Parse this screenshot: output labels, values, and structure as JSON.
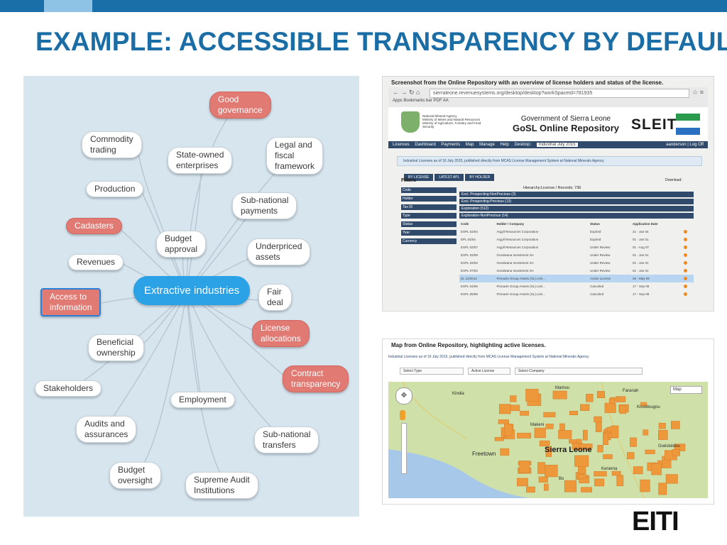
{
  "slide": {
    "title": "EXAMPLE: ACCESSIBLE TRANSPARENCY BY DEFAULT",
    "accent_color": "#1b6ea5",
    "logo_text": "EITI"
  },
  "mindmap": {
    "center": "Extractive industries",
    "nodes": [
      {
        "id": "good-governance",
        "label": "Good\ngovernance",
        "highlight": true
      },
      {
        "id": "commodity-trading",
        "label": "Commodity\ntrading",
        "highlight": false
      },
      {
        "id": "state-owned-enterprises",
        "label": "State-owned\nenterprises",
        "highlight": false
      },
      {
        "id": "legal-fiscal-framework",
        "label": "Legal and\nfiscal\nframework",
        "highlight": false
      },
      {
        "id": "production",
        "label": "Production",
        "highlight": false
      },
      {
        "id": "sub-national-payments",
        "label": "Sub-national\npayments",
        "highlight": false
      },
      {
        "id": "cadasters",
        "label": "Cadasters",
        "highlight": true
      },
      {
        "id": "budget-approval",
        "label": "Budget\napproval",
        "highlight": false
      },
      {
        "id": "underpriced-assets",
        "label": "Underpriced\nassets",
        "highlight": false
      },
      {
        "id": "revenues",
        "label": "Revenues",
        "highlight": false
      },
      {
        "id": "access-to-information",
        "label": "Access to\ninformation",
        "highlight": true
      },
      {
        "id": "fair-deal",
        "label": "Fair\ndeal",
        "highlight": false
      },
      {
        "id": "license-allocations",
        "label": "License\nallocations",
        "highlight": true
      },
      {
        "id": "beneficial-ownership",
        "label": "Beneficial\nownership",
        "highlight": false
      },
      {
        "id": "contract-transparency",
        "label": "Contract\ntransparency",
        "highlight": true
      },
      {
        "id": "stakeholders",
        "label": "Stakeholders",
        "highlight": false
      },
      {
        "id": "employment",
        "label": "Employment",
        "highlight": false
      },
      {
        "id": "audits-assurances",
        "label": "Audits and\nassurances",
        "highlight": false
      },
      {
        "id": "sub-national-transfers",
        "label": "Sub-national\ntransfers",
        "highlight": false
      },
      {
        "id": "budget-oversight",
        "label": "Budget\noversight",
        "highlight": false
      },
      {
        "id": "supreme-audit",
        "label": "Supreme Audit\nInstitutions",
        "highlight": false
      }
    ],
    "colors": {
      "highlight": "#e07a73",
      "center": "#2ba2e6",
      "background": "#d7e5ef"
    }
  },
  "repository": {
    "caption": "Screenshot from the Online Repository with an overview of license holders and status of the license.",
    "url": "sierraleone.revenuesystems.org/desktop/desktop?workSpaceId=781935",
    "bookmarks": "Apps   Bookmarks bar   PDF   AA",
    "agency": "National Mineral Agency\nMinistry of Mines and Natural Resources\nMinistry of Agriculture, Forestry and Food\nSecurity",
    "gov_title": "Government of Sierra Leone",
    "repo_title": "GoSL Online Repository",
    "brand": "SLEITI",
    "nav": [
      "Licences",
      "Dashboard",
      "Payments",
      "Map",
      "Manage",
      "Help",
      "Desktop:",
      "Industrial July 2015"
    ],
    "user": "aanderson  |  Log Off",
    "info": "Industrial Licenses as of 16 July 2015, published directly from MCAS License Management System at National Minerals Agency",
    "tabs": [
      "BY LICENSE",
      "LATEST APL",
      "BY HOLDER"
    ],
    "filters_label": "Filters",
    "download_label": "Download:",
    "filters": [
      "Code",
      "Holder",
      "Tax ID",
      "Type",
      "Status",
      "Year",
      "Currency"
    ],
    "hierarchy": "Hierarchy:License  /  Records: 736",
    "groups": [
      "Excl. Prospecting-NonPrecious (3)",
      "Excl. Prospecting-Precious (13)",
      "Exploration (512)",
      "Exploration-NonPrecious (14)"
    ],
    "columns": [
      "Code",
      "Holder / Company",
      "Status",
      "Application Date"
    ],
    "rows": [
      [
        "EXPL 02/04",
        "Argyll Resources Corporation",
        "Expired",
        "21 - Jan 04"
      ],
      [
        "EPL 04/04",
        "Argyll Resources Corporation",
        "Expired",
        "01 - Jan 01"
      ],
      [
        "EXPL 02/07",
        "Argyll Resources Corporation",
        "Under Review",
        "01 - Aug 07"
      ],
      [
        "EXPL 02/09",
        "Gondwana Investment SA",
        "Under Review",
        "01 - Jan 01"
      ],
      [
        "EXPL 02/02",
        "Gondwana Investment SA",
        "Under Review",
        "01 - Jan 01"
      ],
      [
        "EXPL 07/02",
        "Gondwana Investment SA",
        "Under Review",
        "01 - Jan 01"
      ],
      [
        "EL 22/2012",
        "Pinnacle Group Assets (SL) Limi...",
        "Active License",
        "25 - May 09"
      ],
      [
        "EXPL 04/09",
        "Pinnacle Group Assets (SL) Limi...",
        "Canceled",
        "17 - Sep 08"
      ],
      [
        "EXPL 05/08",
        "Pinnacle Group Assets (SL) Limi...",
        "Canceled",
        "17 - Sep 08"
      ]
    ],
    "highlight_row": 6
  },
  "map_panel": {
    "caption": "Map from Online Repository, highlighting active licenses.",
    "info": "Industrial Licenses as of 16 July 2015, published directly from MCAS License Management System at National Minerals Agency",
    "select_type": "Select Type",
    "select_status": "Active License",
    "select_company": "Select Company",
    "map_type": "Map",
    "labels": {
      "country": "Sierra Leone",
      "capital": "Freetown"
    },
    "place_labels": [
      "Kissidougou",
      "Faranah",
      "Kindia",
      "Makeni",
      "Kenema",
      "Bo",
      "Guéckédou",
      "Mamou"
    ]
  }
}
